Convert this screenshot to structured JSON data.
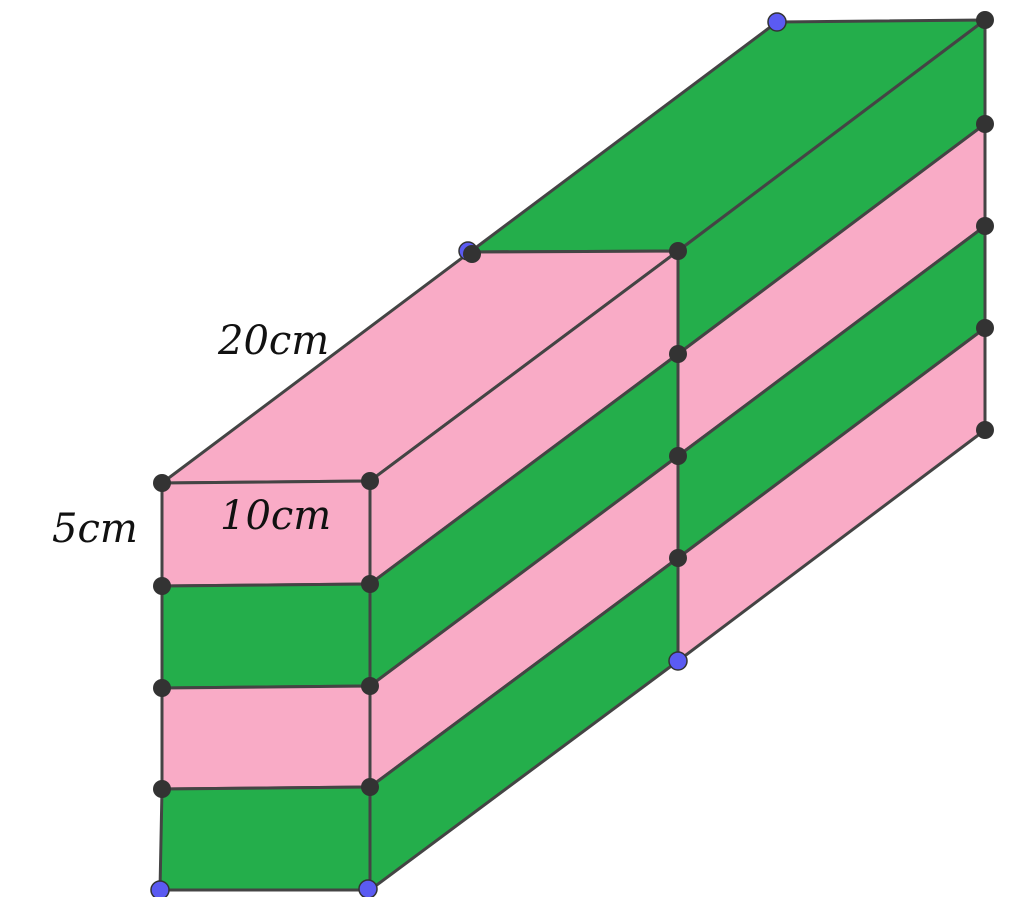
{
  "labels": {
    "length": "20cm",
    "width": "10cm",
    "height": "5cm"
  },
  "colors": {
    "green": "#24ae4b",
    "pink": "#f9abc6",
    "edge": "#444444",
    "point_dark": "#333333",
    "point_blue": "#5b5bf2"
  }
}
